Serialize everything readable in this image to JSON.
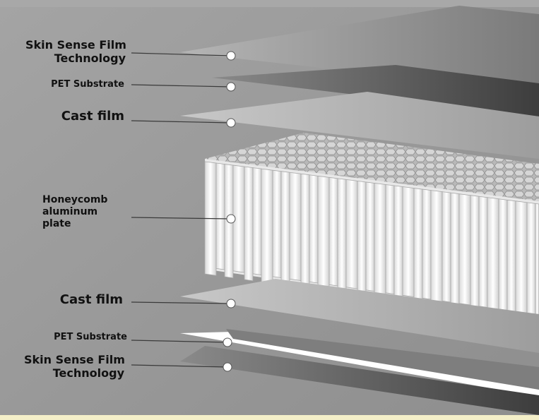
{
  "labels": {
    "skin_top_line1": "Skin Sense Film",
    "skin_top_line2": "Technology",
    "pet_top": "PET Substrate",
    "cast_top": "Cast film",
    "honeycomb_line1": "Honeycomb",
    "honeycomb_line2": "aluminum",
    "honeycomb_line3": "plate",
    "cast_bottom": "Cast film",
    "pet_bottom": "PET Substrate",
    "skin_bottom_line1": "Skin Sense Film",
    "skin_bottom_line2": "Technology"
  },
  "colors": {
    "background": "#9a9a9a",
    "leader_line": "#3a3a3a",
    "marker_fill": "#ffffff",
    "honeycomb": "#f2f2f2"
  }
}
